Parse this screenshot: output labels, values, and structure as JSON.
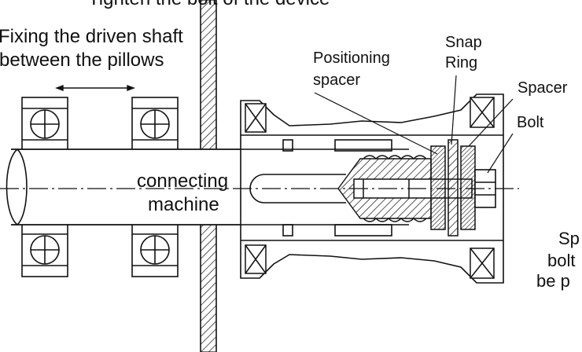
{
  "labels": {
    "fixing_line1": "Fixing the driven shaft",
    "fixing_line2": "between the pillows",
    "positioning_line1": "Positioning",
    "positioning_line2": "spacer",
    "snap_line1": "Snap",
    "snap_line2": "Ring",
    "spacer": "Spacer",
    "bolt": "Bolt",
    "connecting_line1": "connecting",
    "connecting_line2": "machine",
    "cut_line1": "Sp",
    "cut_line2": "bolt",
    "cut_line3": "be p",
    "top_cut": "Tighten the bolt of the device"
  }
}
